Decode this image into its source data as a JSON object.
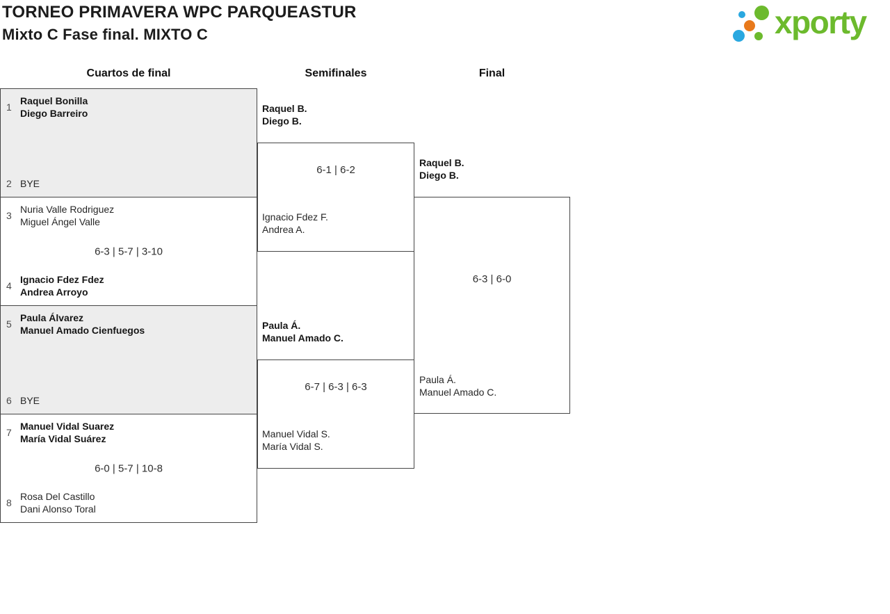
{
  "header": {
    "title_line1": "TORNEO PRIMAVERA WPC PARQUEASTUR",
    "title_line2": "Mixto C Fase final. MIXTO C"
  },
  "logo": {
    "text": "xporty",
    "colors": {
      "green": "#6cba2d",
      "blue": "#2aa8e0",
      "orange": "#e8791b"
    }
  },
  "rounds": {
    "quarterfinals_label": "Cuartos de final",
    "semifinals_label": "Semifinales",
    "final_label": "Final"
  },
  "colors": {
    "match_box_grey": "#ededed",
    "match_box_border": "#454545",
    "text_dark": "#1c1c1c"
  },
  "bracket": {
    "qf": [
      {
        "seed_top": "1",
        "top1": "Raquel Bonilla",
        "top2": "Diego Barreiro",
        "score": "",
        "seed_bottom": "2",
        "bottom1": "BYE",
        "bottom2": ""
      },
      {
        "seed_top": "3",
        "top1": "Nuria Valle Rodriguez",
        "top2": "Miguel Ángel Valle",
        "score": "6-3 | 5-7 | 3-10",
        "seed_bottom": "4",
        "bottom1": "Ignacio Fdez Fdez",
        "bottom2": "Andrea Arroyo"
      },
      {
        "seed_top": "5",
        "top1": "Paula Álvarez",
        "top2": "Manuel Amado Cienfuegos",
        "score": "",
        "seed_bottom": "6",
        "bottom1": "BYE",
        "bottom2": ""
      },
      {
        "seed_top": "7",
        "top1": "Manuel Vidal Suarez",
        "top2": "María Vidal Suárez",
        "score": "6-0 | 5-7 | 10-8",
        "seed_bottom": "8",
        "bottom1": "Rosa Del Castillo",
        "bottom2": "Dani Alonso Toral"
      }
    ],
    "sf": [
      {
        "top1": "Raquel B.",
        "top2": "Diego B.",
        "score": "6-1 | 6-2",
        "bottom1": "Ignacio Fdez F.",
        "bottom2": "Andrea A."
      },
      {
        "top1": "Paula Á.",
        "top2": "Manuel Amado C.",
        "score": "6-7 | 6-3 | 6-3",
        "bottom1": "Manuel Vidal S.",
        "bottom2": "María Vidal S."
      }
    ],
    "final": {
      "top1": "Raquel B.",
      "top2": "Diego B.",
      "score": "6-3 | 6-0",
      "bottom1": "Paula Á.",
      "bottom2": "Manuel Amado C."
    }
  }
}
